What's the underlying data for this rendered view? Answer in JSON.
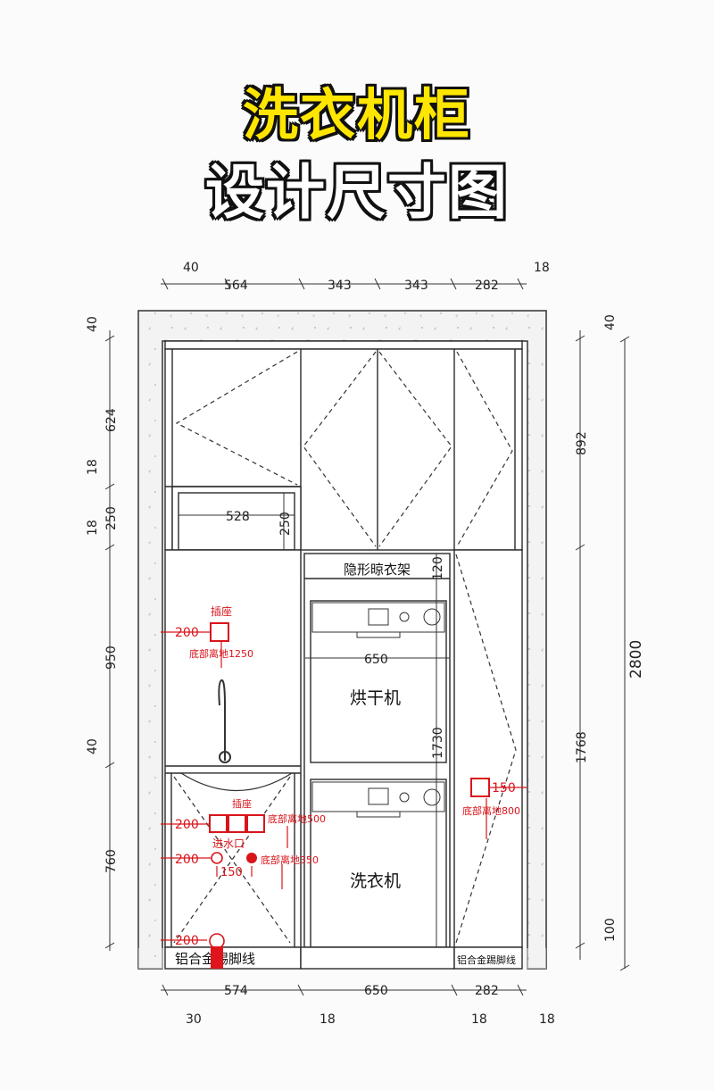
{
  "title": {
    "line1": "洗衣机柜",
    "line2": "设计尺寸图"
  },
  "top_dims": [
    "40",
    "564",
    "343",
    "343",
    "282",
    "18"
  ],
  "bottom_dims": [
    "574",
    "650",
    "282",
    "30",
    "18",
    "18",
    "18"
  ],
  "left_dims": [
    "40",
    "624",
    "18",
    "250",
    "18",
    "950",
    "40",
    "760"
  ],
  "right_dims": [
    "40",
    "892",
    "2800",
    "1768",
    "100"
  ],
  "inner_dims": {
    "niche_width": "528",
    "niche_height": "250",
    "appliance_width": "650",
    "tower_height": "1730",
    "hanger_gap": "120"
  },
  "labels": {
    "hidden_rack": "隐形晾衣架",
    "dryer": "烘干机",
    "washer": "洗衣机",
    "kick_left": "铝合金踢脚线",
    "kick_right": "铝合金踢脚线"
  },
  "annotations": {
    "socket_top_label": "插座",
    "socket_top_offset": "200",
    "socket_top_height": "底部离地1250",
    "socket_mid_label": "插座",
    "socket_mid_offset": "200",
    "socket_mid_height": "底部离地500",
    "water_inlet_label": "进水口",
    "water_offset": "200",
    "water_gap": "150",
    "water_height": "底部离地350",
    "drain_offset": "200",
    "socket_right_offset": "150",
    "socket_right_height": "底部离地800"
  },
  "colors": {
    "annotation": "#d9141b",
    "line": "#2a2a2a",
    "wall": "#efefef"
  }
}
